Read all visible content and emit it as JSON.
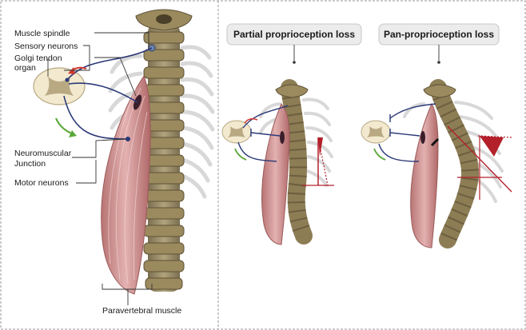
{
  "labels": {
    "muscle_spindle": "Muscle spindle",
    "sensory_neurons": "Sensory neurons",
    "golgi_tendon_line1": "Golgi tendon",
    "golgi_tendon_line2": "organ",
    "neuromuscular_line1": "Neuromuscular",
    "neuromuscular_line2": "Junction",
    "motor_neurons": "Motor neurons",
    "paravertebral_muscle": "Paravertebral muscle"
  },
  "panels": {
    "partial_title": "Partial proprioception loss",
    "pan_title": "Pan-proprioception loss"
  },
  "colors": {
    "bone": "#8d7d55",
    "bone_dark": "#5f5236",
    "muscle": "#d39a9a",
    "muscle_dark": "#a86565",
    "nerve": "#2b3a78",
    "angle_red": "#b3202a",
    "arrow_green": "#5aa83a",
    "arrow_red": "#d33a32",
    "cord_fill": "#f2e9cf",
    "cord_grey": "#b9a983"
  }
}
